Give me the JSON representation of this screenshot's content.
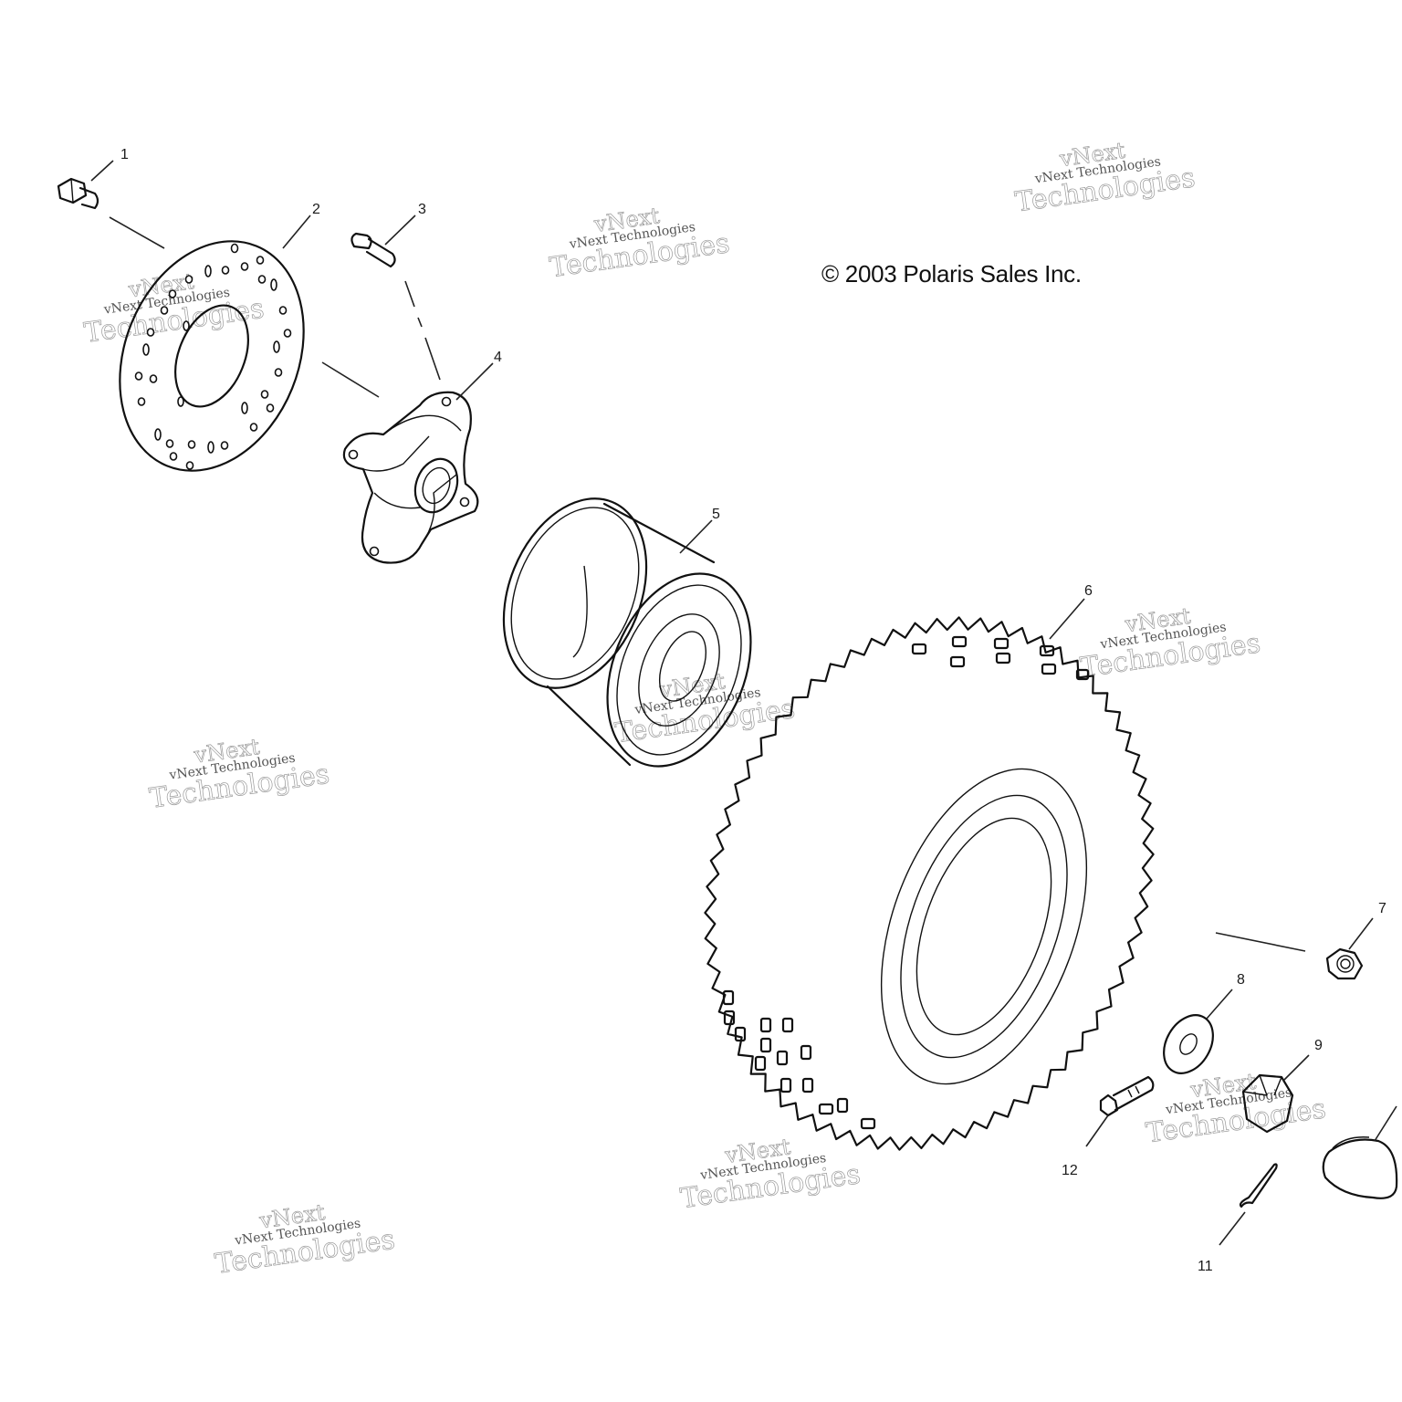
{
  "copyright": "© 2003 Polaris Sales Inc.",
  "watermark": {
    "line1": "vNext Technologies",
    "big1": "vNext",
    "big2": "Technologies"
  },
  "callouts": {
    "p1": "1",
    "p2": "2",
    "p3": "3",
    "p4": "4",
    "p5": "5",
    "p6": "6",
    "p7": "7",
    "p8": "8",
    "p9": "9",
    "p11": "11",
    "p12": "12"
  }
}
